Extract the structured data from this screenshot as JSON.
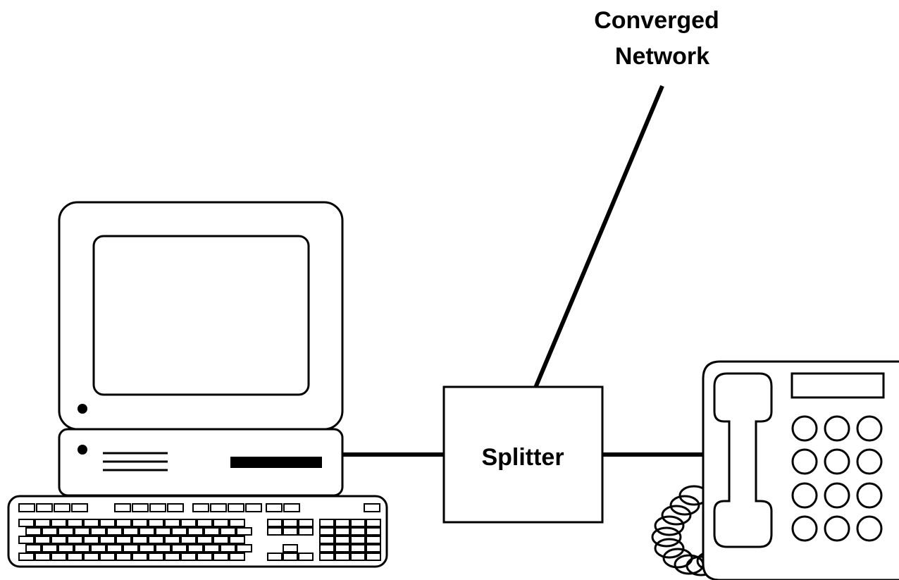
{
  "network": {
    "label_line1": "Converged",
    "label_line2": "Network"
  },
  "splitter": {
    "label": "Splitter"
  },
  "colors": {
    "stroke": "#000000",
    "background": "#ffffff"
  },
  "icons": {
    "computer": "desktop-computer-icon",
    "phone": "desk-phone-icon",
    "keyboard": "keyboard-icon"
  }
}
